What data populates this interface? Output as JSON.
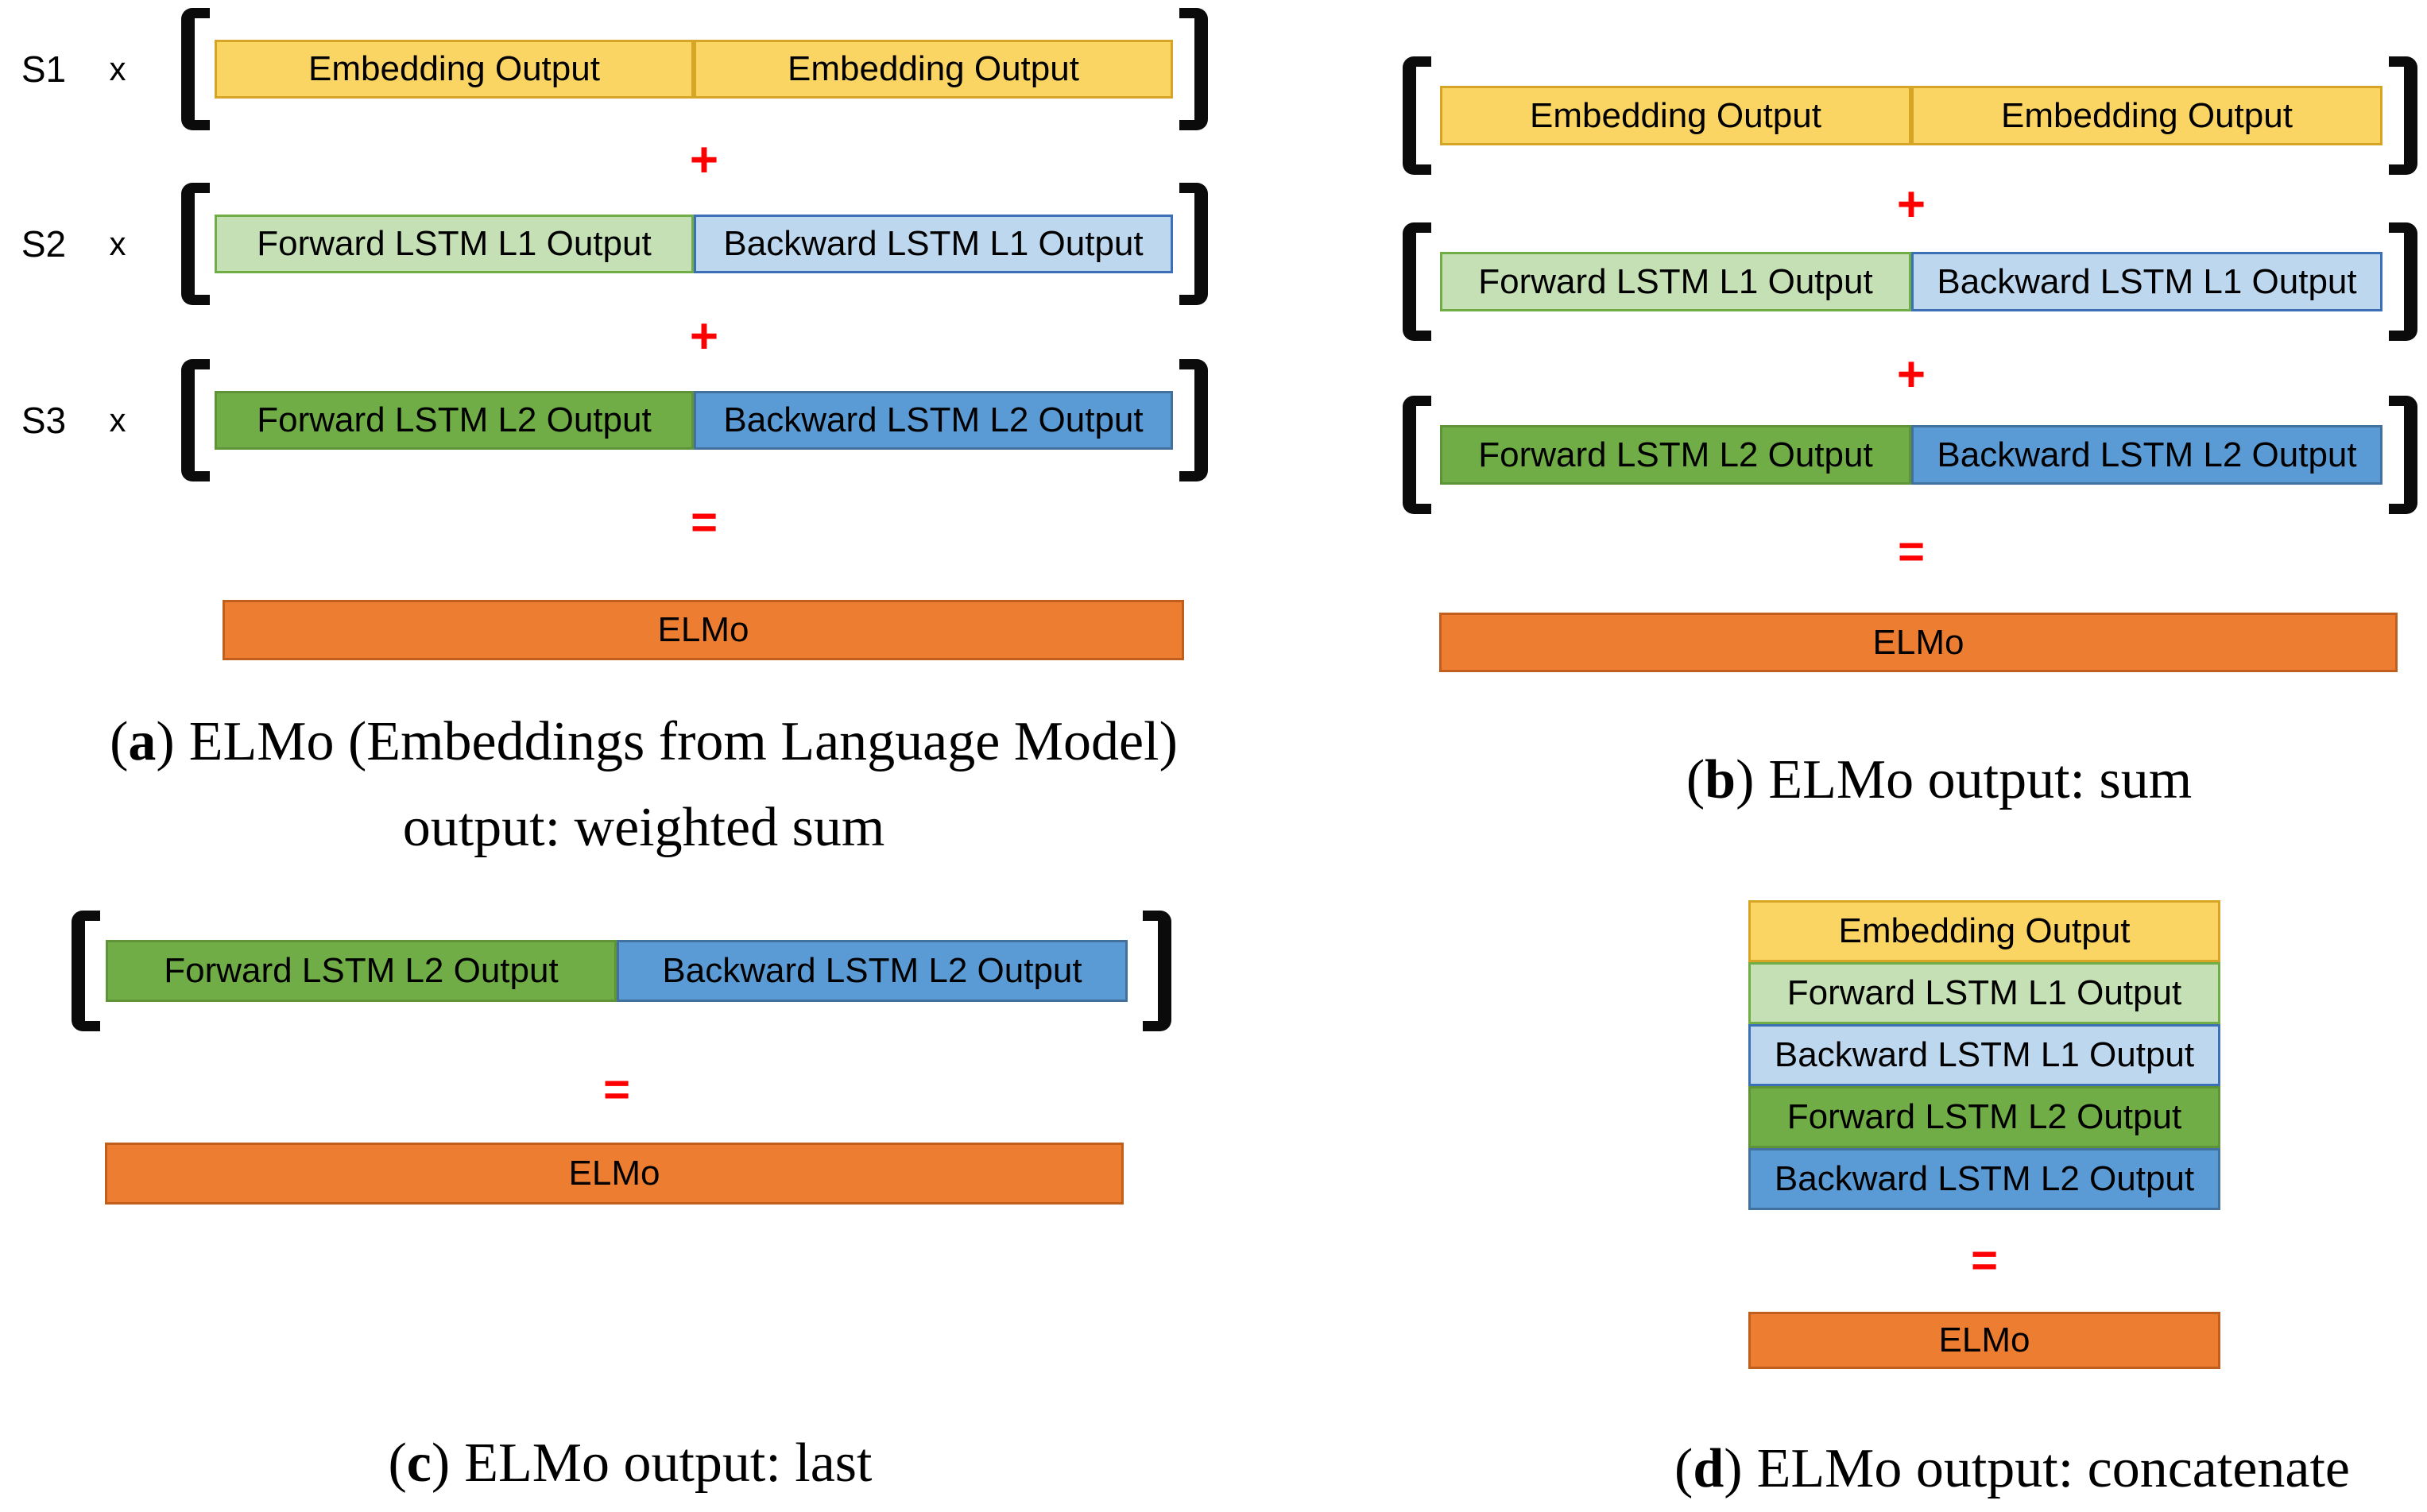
{
  "figure": {
    "ops": {
      "plus": "+",
      "equals": "="
    },
    "punct": {
      "open": "(",
      "close": ")"
    },
    "colors": {
      "yellow-fill": "#FBD564",
      "yellow-border": "#D6A525",
      "lightgreen-fill": "#C5E0B4",
      "lightgreen-border": "#70AD47",
      "lightblue-fill": "#BDD7EE",
      "lightblue-border": "#3B6FB6",
      "green-fill": "#70AD47",
      "green-border": "#5E9437",
      "blue-fill": "#5B9BD5",
      "blue-border": "#41719C",
      "orange-fill": "#ED7D31",
      "orange-border": "#C05F1D",
      "operator-red": "#FF0000",
      "bracket-black": "#0B0B0B"
    },
    "panels": {
      "a": {
        "weights": [
          {
            "label": "S1",
            "times": "x"
          },
          {
            "label": "S2",
            "times": "x"
          },
          {
            "label": "S3",
            "times": "x"
          }
        ],
        "rows": [
          {
            "left": "Embedding Output",
            "right": "Embedding Output"
          },
          {
            "left": "Forward LSTM L1 Output",
            "right": "Backward LSTM L1 Output"
          },
          {
            "left": "Forward LSTM L2 Output",
            "right": "Backward LSTM L2 Output"
          }
        ],
        "result": "ELMo",
        "caption": {
          "letter": "a",
          "line1": "ELMo (Embeddings from Language Model)",
          "line2": "output: weighted sum"
        }
      },
      "b": {
        "rows": [
          {
            "left": "Embedding Output",
            "right": "Embedding Output"
          },
          {
            "left": "Forward LSTM L1 Output",
            "right": "Backward LSTM L1 Output"
          },
          {
            "left": "Forward LSTM L2 Output",
            "right": "Backward LSTM L2 Output"
          }
        ],
        "result": "ELMo",
        "caption": {
          "letter": "b",
          "line1": "ELMo output: sum"
        }
      },
      "c": {
        "rows": [
          {
            "left": "Forward LSTM L2 Output",
            "right": "Backward LSTM L2 Output"
          }
        ],
        "result": "ELMo",
        "caption": {
          "letter": "c",
          "line1": "ELMo output: last"
        }
      },
      "d": {
        "stack": [
          "Embedding Output",
          "Forward LSTM L1 Output",
          "Backward LSTM L1 Output",
          "Forward LSTM L2 Output",
          "Backward LSTM L2 Output"
        ],
        "result": "ELMo",
        "caption": {
          "letter": "d",
          "line1": "ELMo output: concatenate"
        }
      }
    }
  }
}
